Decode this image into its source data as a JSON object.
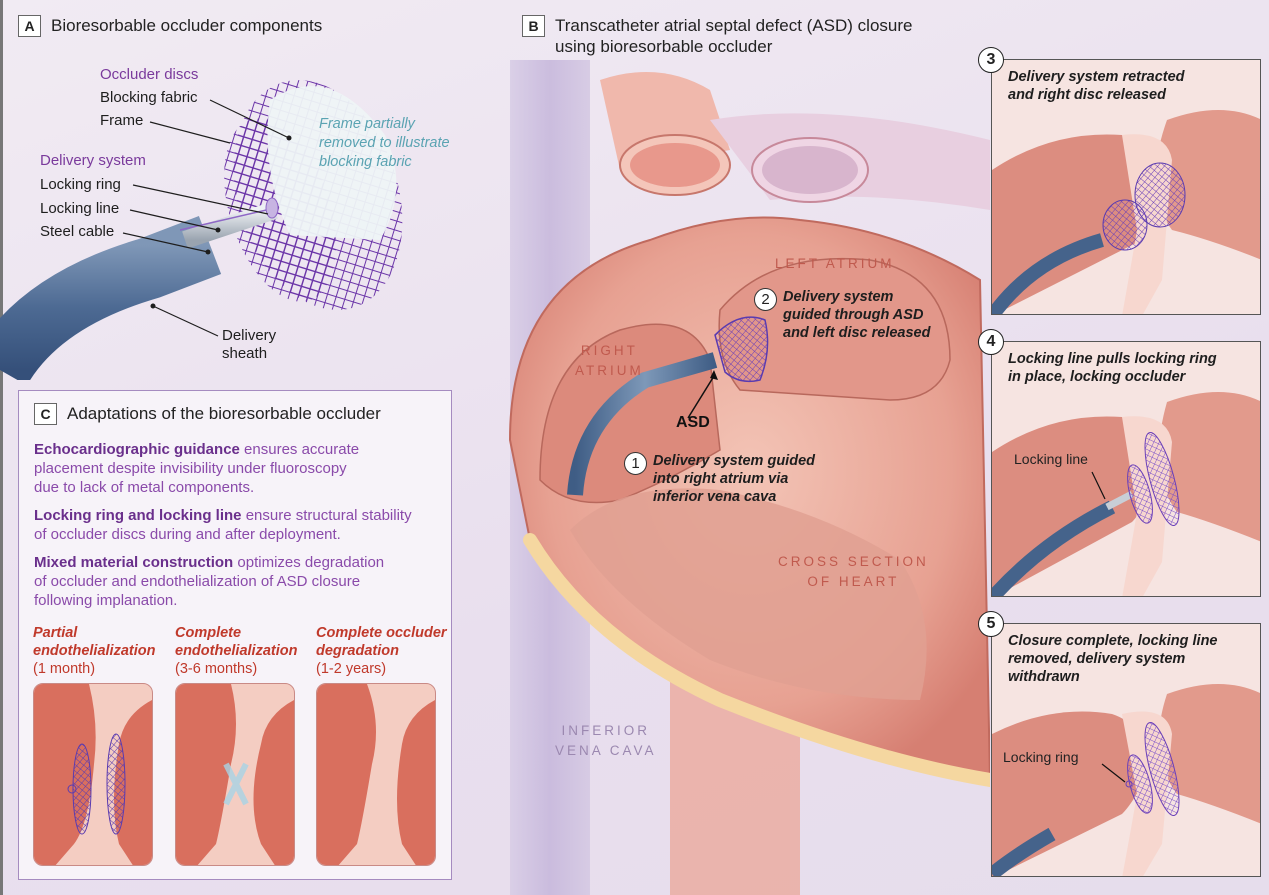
{
  "panel_a": {
    "letter": "A",
    "title": "Bioresorbable occluder components",
    "occluder_discs_heading": "Occluder discs",
    "blocking_fabric": "Blocking fabric",
    "frame": "Frame",
    "frame_note_line1": "Frame partially",
    "frame_note_line2": "removed to illustrate",
    "frame_note_line3": "blocking fabric",
    "delivery_system_heading": "Delivery system",
    "locking_ring": "Locking ring",
    "locking_line": "Locking line",
    "steel_cable": "Steel cable",
    "delivery_sheath_line1": "Delivery",
    "delivery_sheath_line2": "sheath"
  },
  "panel_b": {
    "letter": "B",
    "title_line1": "Transcatheter atrial septal defect (ASD) closure",
    "title_line2": "using bioresorbable occluder",
    "left_atrium": "LEFT ATRIUM",
    "right_atrium_line1": "RIGHT",
    "right_atrium_line2": "ATRIUM",
    "asd": "ASD",
    "cross_section_line1": "CROSS SECTION",
    "cross_section_line2": "OF HEART",
    "ivc_line1": "INFERIOR",
    "ivc_line2": "VENA CAVA",
    "step1": {
      "num": "1",
      "line1": "Delivery system guided",
      "line2": "into right atrium via",
      "line3": "inferior vena cava"
    },
    "step2": {
      "num": "2",
      "line1": "Delivery system",
      "line2": "guided through ASD",
      "line3": "and left disc released"
    },
    "step3": {
      "num": "3",
      "line1": "Delivery system retracted",
      "line2": "and right disc released"
    },
    "step4": {
      "num": "4",
      "line1": "Locking line pulls locking ring",
      "line2": "in place, locking occluder",
      "callout": "Locking line"
    },
    "step5": {
      "num": "5",
      "line1": "Closure complete, locking line",
      "line2": "removed, delivery system",
      "line3": "withdrawn",
      "callout": "Locking ring"
    }
  },
  "panel_c": {
    "letter": "C",
    "title": "Adaptations of the bioresorbable occluder",
    "paragraphs": [
      {
        "bold": "Echocardiographic guidance",
        "rest1": " ensures accurate",
        "line2": "placement despite invisibility under fluoroscopy",
        "line3": "due to lack of metal components."
      },
      {
        "bold": "Locking ring and locking line",
        "rest1": " ensure structural stability",
        "line2": "of occluder discs during and after deployment.",
        "line3": ""
      },
      {
        "bold": "Mixed material construction",
        "rest1": " optimizes degradation",
        "line2": "of occluder and endothelialization of ASD closure",
        "line3": "following implanation."
      }
    ],
    "stages": [
      {
        "title1": "Partial",
        "title2": "endothelialization",
        "duration": "(1 month)"
      },
      {
        "title1": "Complete",
        "title2": "endothelialization",
        "duration": "(3-6 months)"
      },
      {
        "title1": "Complete occluder",
        "title2": "degradation",
        "duration": "(1-2 years)"
      }
    ]
  },
  "colors": {
    "accent_purple": "#7a3a9c",
    "stage_red": "#c0392b",
    "note_teal": "#5aa3b2",
    "anatomy_label": "#c05a4e"
  }
}
